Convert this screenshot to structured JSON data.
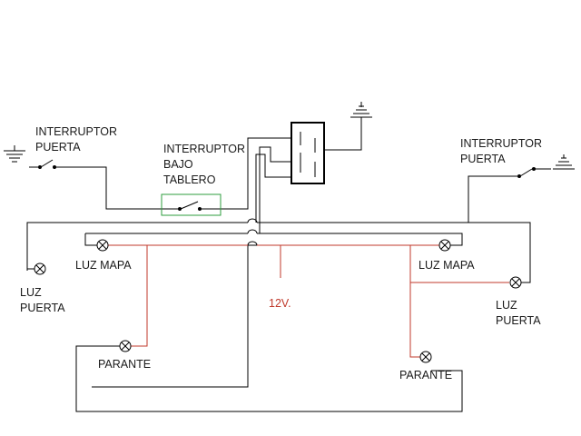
{
  "colors": {
    "wire": "#000000",
    "positive_wire": "#c0392b",
    "switch_box": "#2e9e3e",
    "relay_border": "#000000",
    "background": "#ffffff"
  },
  "labels": {
    "left_door_switch": [
      "INTERRUPTOR",
      "PUERTA"
    ],
    "dash_switch": [
      "INTERRUPTOR",
      "BAJO",
      "TABLERO"
    ],
    "right_door_switch": [
      "INTERRUPTOR",
      "PUERTA"
    ],
    "left_map_light": "LUZ MAPA",
    "right_map_light": "LUZ MAPA",
    "left_door_light": [
      "LUZ",
      "PUERTA"
    ],
    "right_door_light": [
      "LUZ",
      "PUERTA"
    ],
    "left_parking": "PARANTE",
    "right_parking": "PARANTE",
    "supply": "12V."
  },
  "icons": {
    "ground": "ground-symbol-icon",
    "lamp": "lamp-x-circle-icon",
    "switch": "open-switch-icon",
    "relay": "relay-box-icon"
  }
}
